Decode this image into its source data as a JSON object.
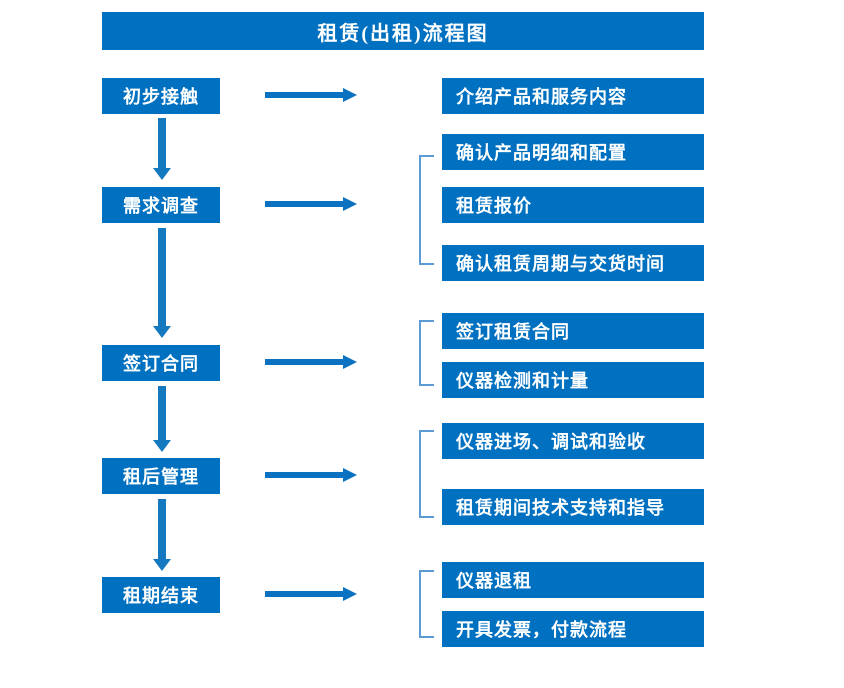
{
  "title": "租赁(出租)流程图",
  "colors": {
    "box_fill": "#0070C0",
    "box_text": "#FFFFFF",
    "arrow": "#0A72C0",
    "bracket": "#5B9BD5",
    "background": "#FFFFFF"
  },
  "stages": [
    {
      "label": "初步接触"
    },
    {
      "label": "需求调查"
    },
    {
      "label": "签订合同"
    },
    {
      "label": "租后管理"
    },
    {
      "label": "租期结束"
    }
  ],
  "details": [
    {
      "label": "介绍产品和服务内容"
    },
    {
      "label": "确认产品明细和配置"
    },
    {
      "label": "租赁报价"
    },
    {
      "label": "确认租赁周期与交货时间"
    },
    {
      "label": "签订租赁合同"
    },
    {
      "label": "仪器检测和计量"
    },
    {
      "label": "仪器进场、调试和验收"
    },
    {
      "label": "租赁期间技术支持和指导"
    },
    {
      "label": "仪器退租"
    },
    {
      "label": "开具发票，付款流程"
    }
  ]
}
